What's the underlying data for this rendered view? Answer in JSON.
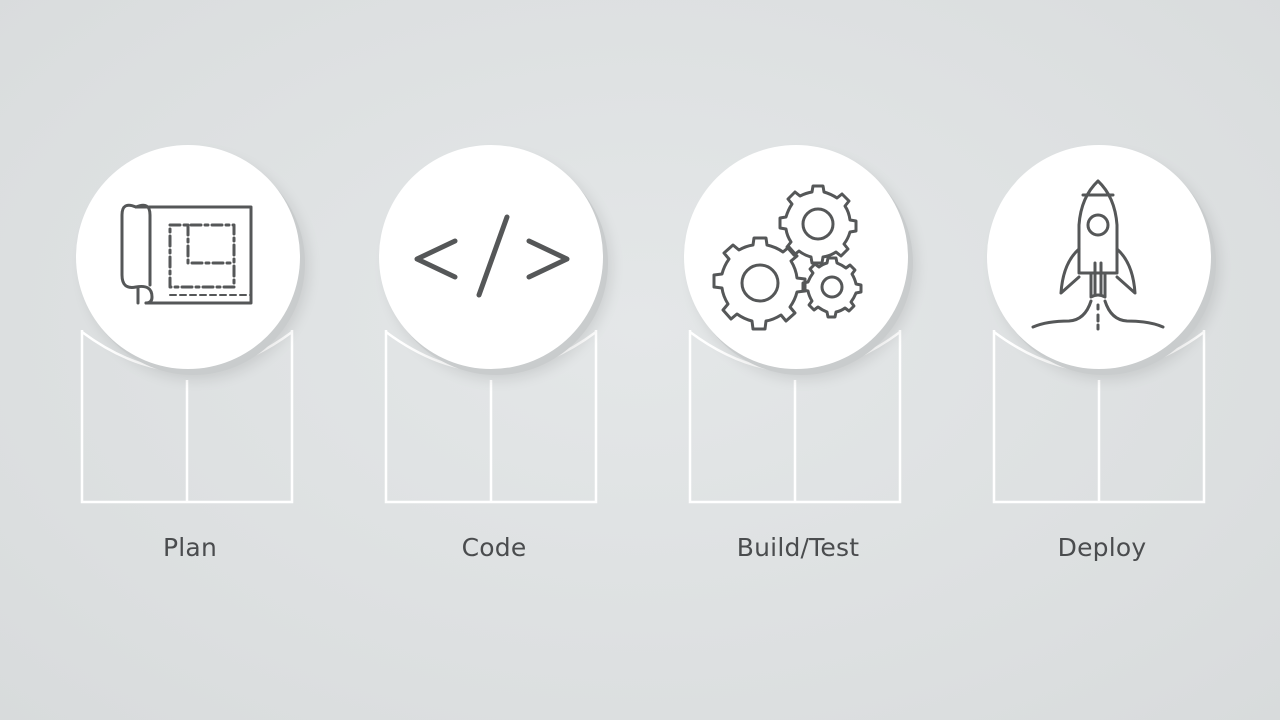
{
  "steps": [
    {
      "label": "Plan",
      "icon": "blueprint-icon"
    },
    {
      "label": "Code",
      "icon": "code-brackets-icon"
    },
    {
      "label": "Build/Test",
      "icon": "gears-icon"
    },
    {
      "label": "Deploy",
      "icon": "rocket-icon"
    }
  ],
  "colors": {
    "background": "#dde0e1",
    "disc": "#ffffff",
    "icon_stroke": "#555758",
    "label_text": "#4a4c4e",
    "pedestal_line": "#ffffff"
  }
}
